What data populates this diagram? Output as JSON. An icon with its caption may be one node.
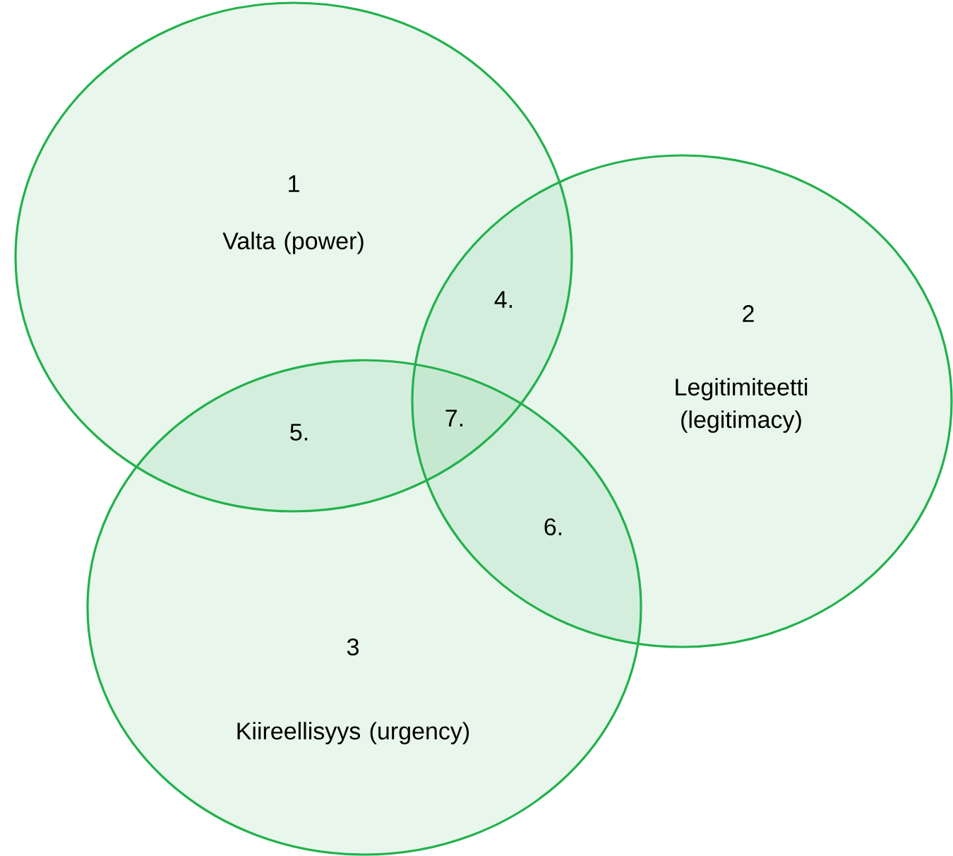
{
  "diagram": {
    "nodes": [
      {
        "text": [
          "1",
          "Valta (power)"
        ]
      },
      {
        "text": [
          "2",
          "Legitimiteetti (legitimacy)"
        ]
      },
      {
        "text": [
          "3",
          "Kiireellisyys (urgency)"
        ]
      }
    ],
    "labels": [
      "4.",
      "7.",
      "5.",
      "6."
    ]
  }
}
